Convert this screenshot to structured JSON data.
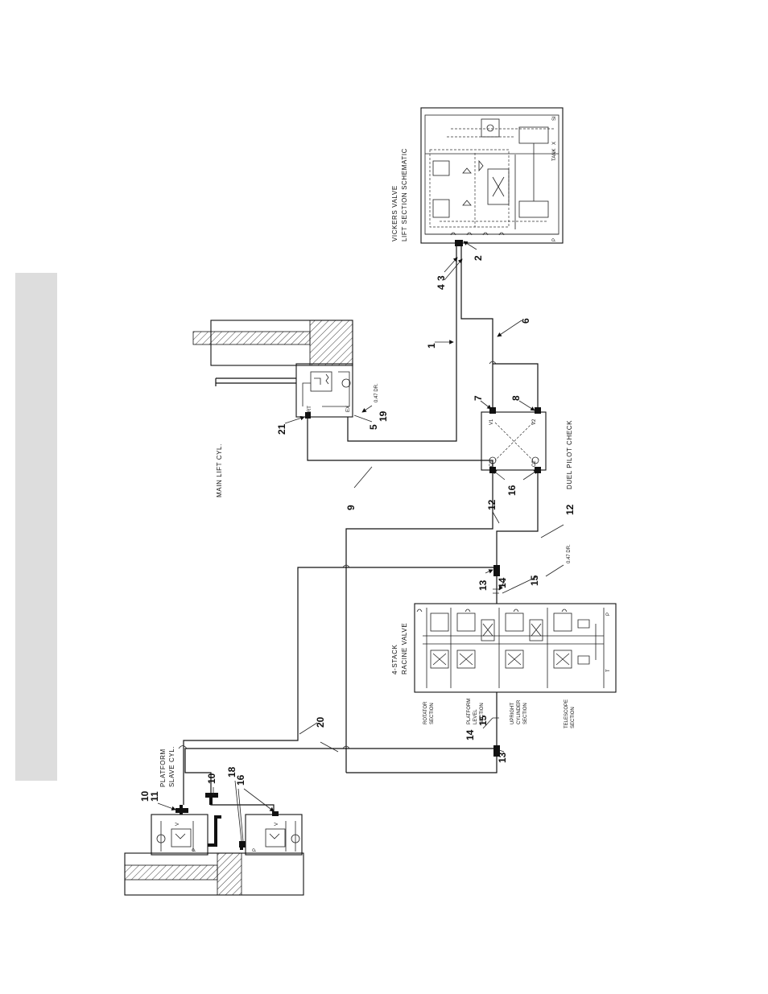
{
  "components": {
    "vickers_valve": {
      "line1": "VICKERS VALVE",
      "line2": "LIFT SECTION SCHEMATIC",
      "port_p": "P",
      "port_tank": "TANK",
      "port_x": "X",
      "port_si": "SI"
    },
    "main_lift_cyl": {
      "title": "MAIN LIFT CYL.",
      "port_rt": "RT",
      "port_ex": "EX",
      "drain": "0.47 DR."
    },
    "duel_pilot_check": {
      "title": "DUEL PILOT CHECK",
      "v1": "V1",
      "v2": "V2",
      "c1": "C1",
      "c2": "C2"
    },
    "racine_valve": {
      "line1": "4-STACK",
      "line2": "RACINE VALVE",
      "port_p": "P",
      "port_t": "T"
    },
    "sections": {
      "rotator": [
        "ROTATOR",
        "SECTION"
      ],
      "platform_level": [
        "PLATFORM",
        "LEVEL",
        "SECTION"
      ],
      "upright_cylinder": [
        "UPRIGHT",
        "CYLINDER",
        "SECTION"
      ],
      "telescope": [
        "TELESCOPE",
        "SECTION"
      ]
    },
    "platform_slave_cyl": {
      "line1": "PLATFORM",
      "line2": "SLAVE CYL.",
      "port_v": "V",
      "port_p": "P"
    },
    "drain_2": "0.47 DR."
  },
  "callouts": [
    "1",
    "2",
    "3",
    "4",
    "5",
    "6",
    "7",
    "8",
    "9",
    "10",
    "11",
    "12",
    "13",
    "14",
    "15",
    "16",
    "18",
    "19",
    "20",
    "21"
  ],
  "colors": {
    "line": "#111111",
    "side_tab": "#dddddd"
  }
}
